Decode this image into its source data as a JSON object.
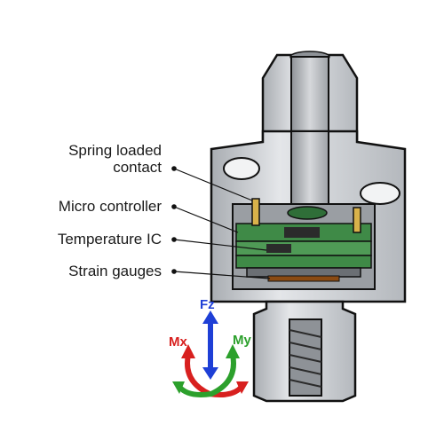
{
  "labels": {
    "spring_line1": "Spring loaded",
    "spring_line2": "contact",
    "micro": "Micro controller",
    "temp": "Temperature IC",
    "strain": "Strain gauges"
  },
  "axes": {
    "fz": "Fz",
    "mx": "Mx",
    "my": "My"
  },
  "colors": {
    "fz": "#1e3fd6",
    "mx": "#d8201f",
    "my": "#2ca02c",
    "pcb": "#3f8a47",
    "metal": "#c9ccd0",
    "strain_gauge": "#8a4a12"
  }
}
